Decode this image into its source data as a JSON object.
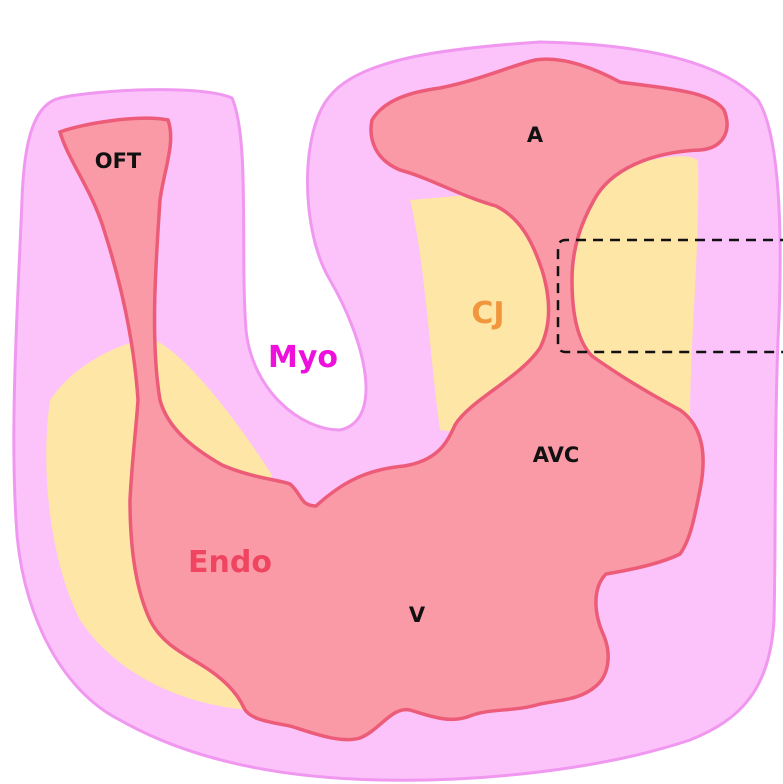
{
  "labels": {
    "oft": "OFT",
    "a": "A",
    "cj": "CJ",
    "myo": "Myo",
    "avc": "AVC",
    "endo": "Endo",
    "v": "V"
  },
  "colors": {
    "myocardium_fill": "#fcc3fb",
    "myocardium_stroke": "#f098f0",
    "cardiac_jelly_fill": "#fde6a6",
    "endocardium_fill": "#f99aa6",
    "endocardium_stroke": "#ec5c78",
    "label_dark": "#111111",
    "label_myo": "#ee11dd",
    "label_cj": "#f0963c",
    "label_endo": "#ef4560",
    "zoom_box": "#111111"
  }
}
